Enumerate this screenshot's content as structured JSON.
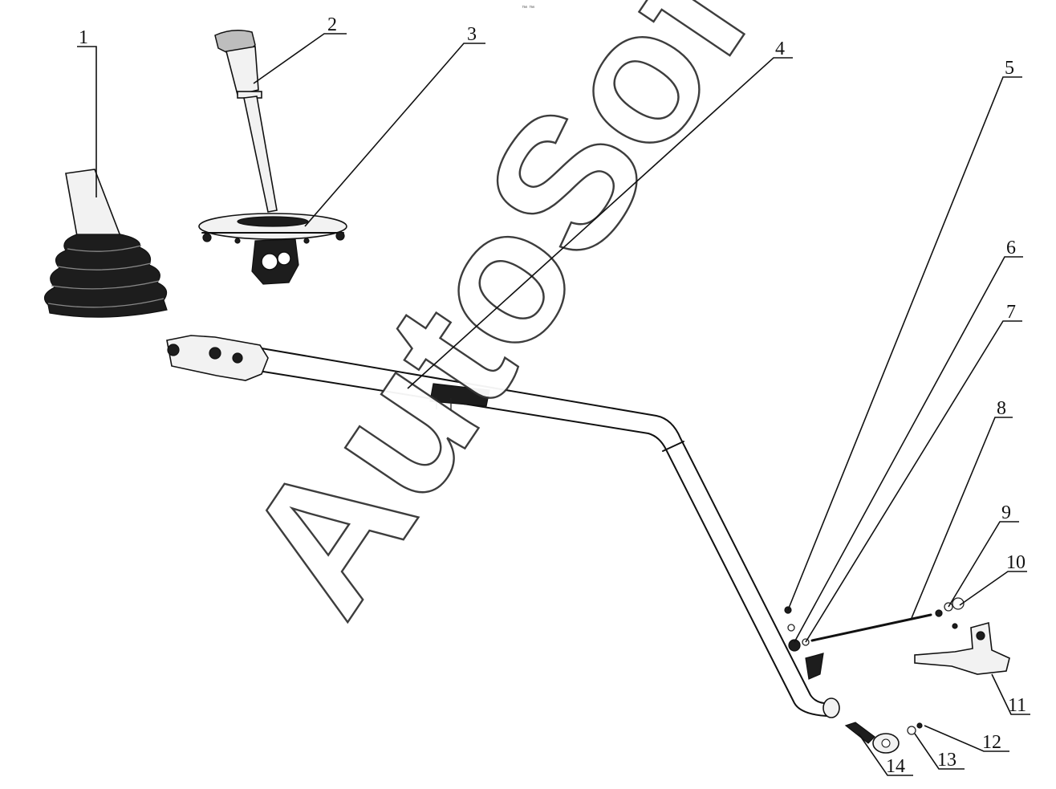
{
  "header_mark": "™ ™",
  "watermark": "AutoSoft",
  "callouts": [
    {
      "id": "1",
      "label": "1"
    },
    {
      "id": "2",
      "label": "2"
    },
    {
      "id": "3",
      "label": "3"
    },
    {
      "id": "4",
      "label": "4"
    },
    {
      "id": "5",
      "label": "5"
    },
    {
      "id": "6",
      "label": "6"
    },
    {
      "id": "7",
      "label": "7"
    },
    {
      "id": "8",
      "label": "8"
    },
    {
      "id": "9",
      "label": "9"
    },
    {
      "id": "10",
      "label": "10"
    },
    {
      "id": "11",
      "label": "11"
    },
    {
      "id": "12",
      "label": "12"
    },
    {
      "id": "13",
      "label": "13"
    },
    {
      "id": "14",
      "label": "14"
    }
  ]
}
